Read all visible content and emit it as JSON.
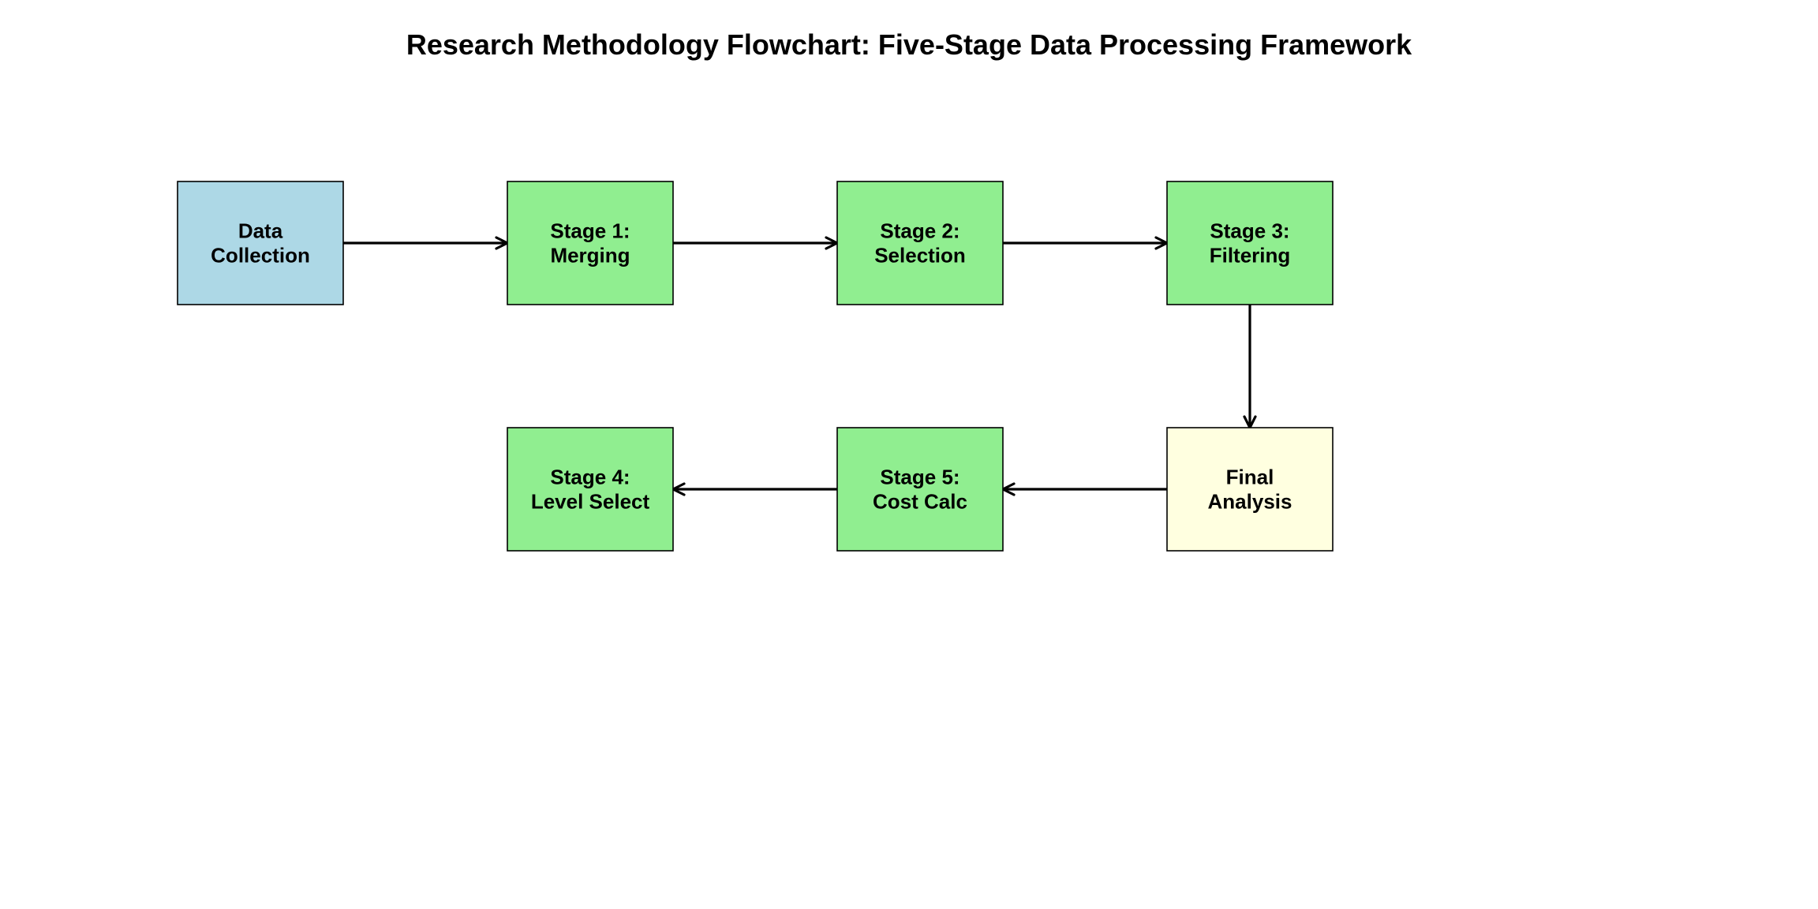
{
  "title": "Research Methodology Flowchart: Five-Stage Data Processing Framework",
  "nodes": [
    {
      "id": "data_collection",
      "lines": [
        "Data",
        "Collection"
      ],
      "color": "#add8e6"
    },
    {
      "id": "stage1",
      "lines": [
        "Stage 1:",
        "Merging"
      ],
      "color": "#90ee90"
    },
    {
      "id": "stage2",
      "lines": [
        "Stage 2:",
        "Selection"
      ],
      "color": "#90ee90"
    },
    {
      "id": "stage3",
      "lines": [
        "Stage 3:",
        "Filtering"
      ],
      "color": "#90ee90"
    },
    {
      "id": "final_analysis",
      "lines": [
        "Final",
        "Analysis"
      ],
      "color": "#ffffe0"
    },
    {
      "id": "stage5",
      "lines": [
        "Stage 5:",
        "Cost Calc"
      ],
      "color": "#90ee90"
    },
    {
      "id": "stage4",
      "lines": [
        "Stage 4:",
        "Level Select"
      ],
      "color": "#90ee90"
    }
  ],
  "edges": [
    {
      "from": "data_collection",
      "to": "stage1"
    },
    {
      "from": "stage1",
      "to": "stage2"
    },
    {
      "from": "stage2",
      "to": "stage3"
    },
    {
      "from": "stage3",
      "to": "final_analysis"
    },
    {
      "from": "final_analysis",
      "to": "stage5"
    },
    {
      "from": "stage5",
      "to": "stage4"
    }
  ]
}
